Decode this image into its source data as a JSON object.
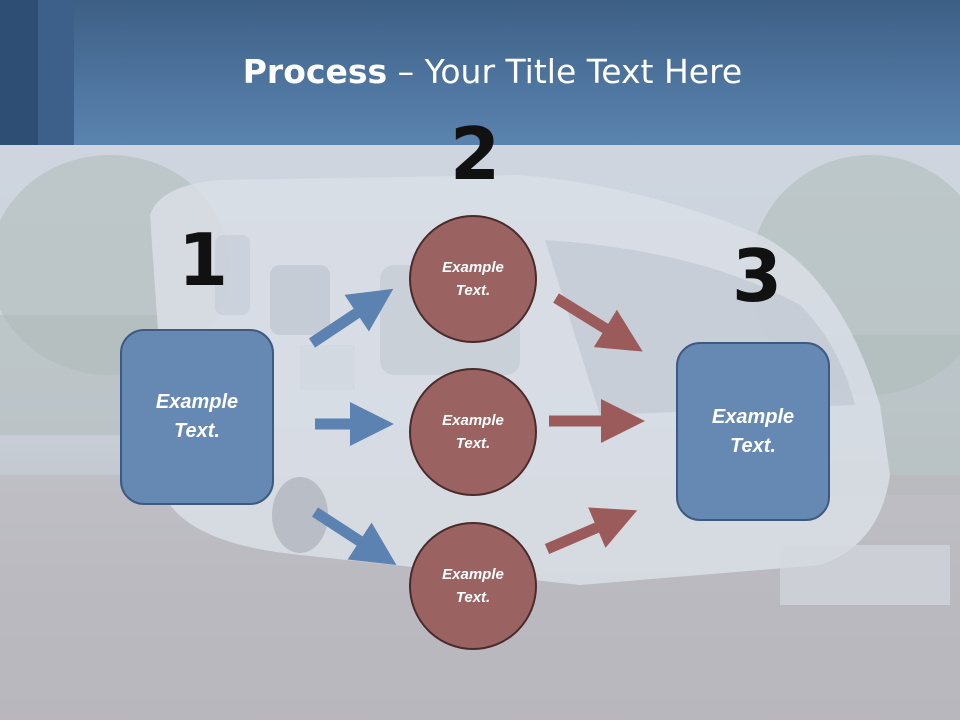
{
  "slide": {
    "title_bold": "Process",
    "title_rest": " – Your Title Text Here"
  },
  "diagram": {
    "steps": [
      {
        "number": "1",
        "box_text_line1": "Example",
        "box_text_line2": "Text."
      },
      {
        "number": "2",
        "circles": [
          {
            "line1": "Example",
            "line2": "Text."
          },
          {
            "line1": "Example",
            "line2": "Text."
          },
          {
            "line1": "Example",
            "line2": "Text."
          }
        ]
      },
      {
        "number": "3",
        "box_text_line1": "Example",
        "box_text_line2": "Text."
      }
    ]
  },
  "colors": {
    "header": "#4f76a0",
    "box_fill": "#6589b3",
    "circle_fill": "#9b6262",
    "blue_arrow": "#5b82b0",
    "red_arrow": "#9c5b5b"
  }
}
